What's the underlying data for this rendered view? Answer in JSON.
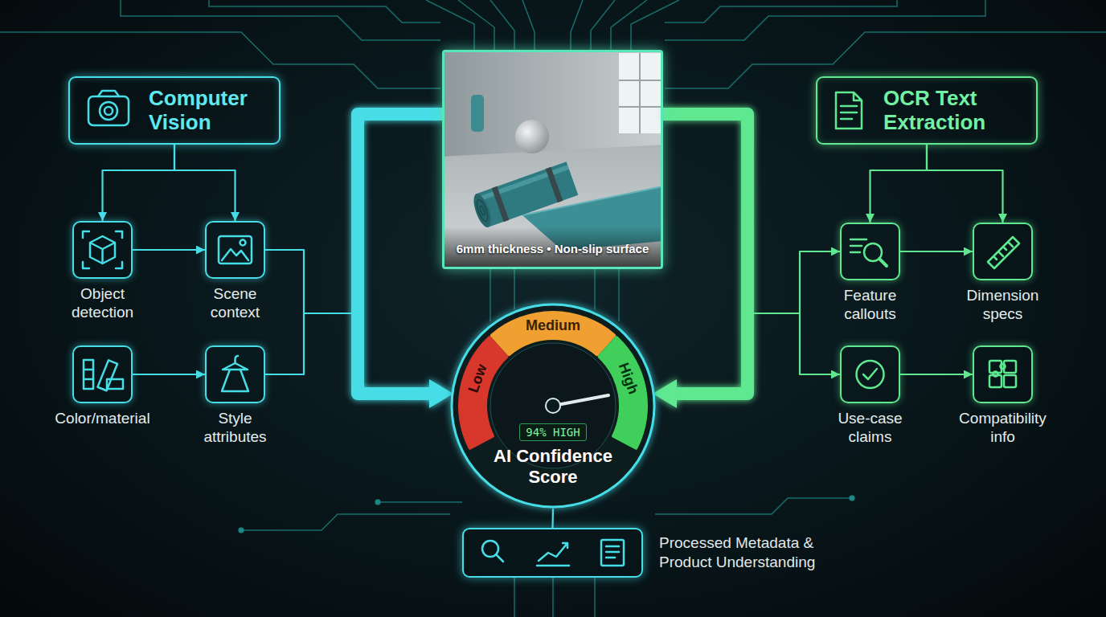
{
  "diagram": {
    "nodes": [
      {
        "text": [
          "Computer Vision"
        ]
      },
      {
        "text": [
          "Object detection"
        ]
      },
      {
        "text": [
          "Scene context"
        ]
      },
      {
        "text": [
          "Color/material"
        ]
      },
      {
        "text": [
          "Style attributes"
        ]
      },
      {
        "text": [
          "6mm thickness • Non-slip surface"
        ]
      },
      {
        "text": [
          "OCR Text Extraction"
        ]
      },
      {
        "text": [
          "Feature callouts"
        ]
      },
      {
        "text": [
          "Dimension specs"
        ]
      },
      {
        "text": [
          "Use-case claims"
        ]
      },
      {
        "text": [
          "Compatibility info"
        ]
      },
      {
        "text": [
          "Low",
          "Medium",
          "High",
          "94% HIGH",
          "AI Confidence Score"
        ]
      },
      {
        "text": [
          "Processed Metadata & Product Understanding"
        ]
      }
    ],
    "edges": [
      {
        "from": 0,
        "to": 1,
        "arrow": "to"
      },
      {
        "from": 0,
        "to": 2,
        "arrow": "to"
      },
      {
        "from": 1,
        "to": 2,
        "arrow": "to"
      },
      {
        "from": 3,
        "to": 4,
        "arrow": "to"
      },
      {
        "from": 2,
        "to": 11,
        "arrow": "to"
      },
      {
        "from": 4,
        "to": 11,
        "arrow": "to"
      },
      {
        "from": 5,
        "to": 11,
        "arrow": "to"
      },
      {
        "from": 5,
        "to": 11,
        "arrow": "to"
      },
      {
        "from": 6,
        "to": 7,
        "arrow": "to"
      },
      {
        "from": 6,
        "to": 8,
        "arrow": "to"
      },
      {
        "from": 7,
        "to": 8,
        "arrow": "to"
      },
      {
        "from": 9,
        "to": 10,
        "arrow": "to"
      },
      {
        "from": 5,
        "to": 7,
        "arrow": "to"
      },
      {
        "from": 5,
        "to": 9,
        "arrow": "to"
      },
      {
        "from": 11,
        "to": 12,
        "arrow": "none"
      }
    ]
  }
}
